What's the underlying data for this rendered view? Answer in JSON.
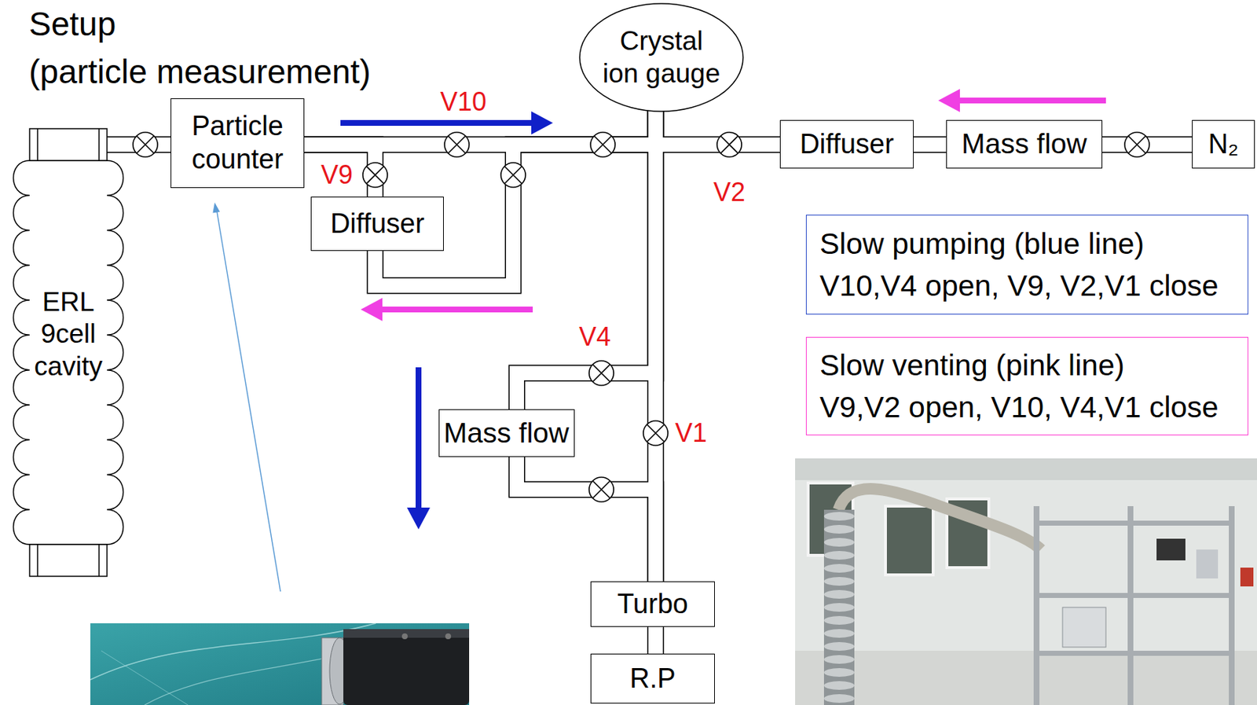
{
  "diagram": {
    "title": "Setup (particle measurement)",
    "nodes": [
      {
        "text": [
          "ERL 9cell cavity"
        ]
      },
      {
        "text": [
          "Particle counter"
        ]
      },
      {
        "text": [
          "Diffuser"
        ]
      },
      {
        "text": [
          "Crystal ion gauge"
        ]
      },
      {
        "text": [
          "Diffuser"
        ]
      },
      {
        "text": [
          "Mass flow"
        ]
      },
      {
        "text": [
          "N₂"
        ]
      },
      {
        "text": [
          "Mass flow"
        ]
      },
      {
        "text": [
          "Turbo"
        ]
      },
      {
        "text": [
          "R.P"
        ]
      },
      {
        "text": [
          "Slow pumping (blue line)",
          "V10,V4 open, V9, V2,V1 close"
        ]
      },
      {
        "text": [
          "Slow venting (pink line)",
          "V9,V2 open, V10, V4,V1 close"
        ]
      }
    ],
    "edges": [
      {
        "from": 0,
        "to": 1,
        "arrow": "none"
      },
      {
        "from": 1,
        "to": 2,
        "arrow": "none"
      },
      {
        "from": 1,
        "to": 3,
        "arrow": "none"
      },
      {
        "from": 2,
        "to": 3,
        "arrow": "none"
      },
      {
        "from": 3,
        "to": 4,
        "arrow": "none"
      },
      {
        "from": 4,
        "to": 5,
        "arrow": "none"
      },
      {
        "from": 5,
        "to": 6,
        "arrow": "none"
      },
      {
        "from": 3,
        "to": 8,
        "arrow": "none"
      },
      {
        "from": 3,
        "to": 7,
        "arrow": "none"
      },
      {
        "from": 7,
        "to": 8,
        "arrow": "none"
      },
      {
        "from": 8,
        "to": 9,
        "arrow": "none"
      }
    ],
    "labels": [
      "V10",
      "V9",
      "V2",
      "V4",
      "V1"
    ]
  }
}
